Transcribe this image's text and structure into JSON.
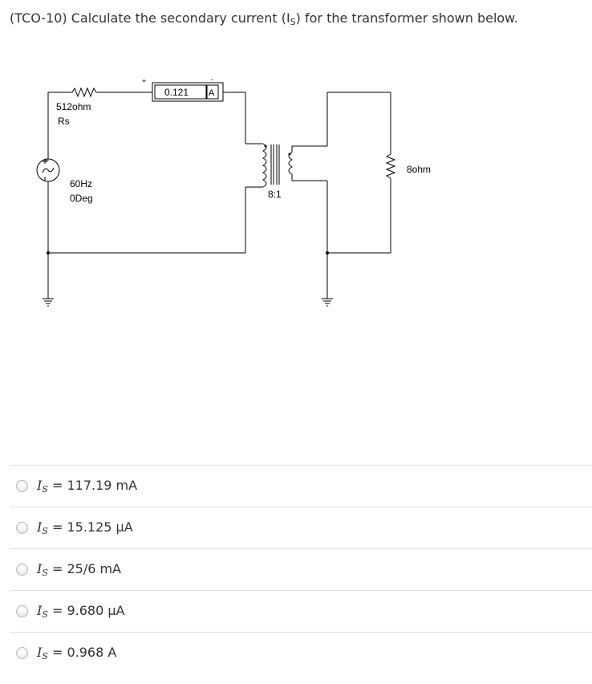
{
  "question": {
    "prefix": "(TCO-10) Calculate the secondary current (I",
    "sub": "S",
    "suffix": ") for the transformer shown below."
  },
  "circuit": {
    "resistor_value": "512ohm",
    "resistor_name": "Rs",
    "source_freq": "60Hz",
    "source_phase": "0Deg",
    "source_plus": "+",
    "ammeter_reading": "0.121",
    "ammeter_unit": "A",
    "ammeter_plus": "+",
    "ammeter_minus": "-",
    "transformer_ratio": "8:1",
    "load_value": "8ohm"
  },
  "options": [
    {
      "symbol": "I",
      "sub": "S",
      "text": " = 117.19 mA"
    },
    {
      "symbol": "I",
      "sub": "S",
      "text": " = 15.125 μA"
    },
    {
      "symbol": "I",
      "sub": "S",
      "text": " = 25/6 mA"
    },
    {
      "symbol": "I",
      "sub": "S",
      "text": " = 9.680 μA"
    },
    {
      "symbol": "I",
      "sub": "S",
      "text": " = 0.968 A"
    }
  ]
}
